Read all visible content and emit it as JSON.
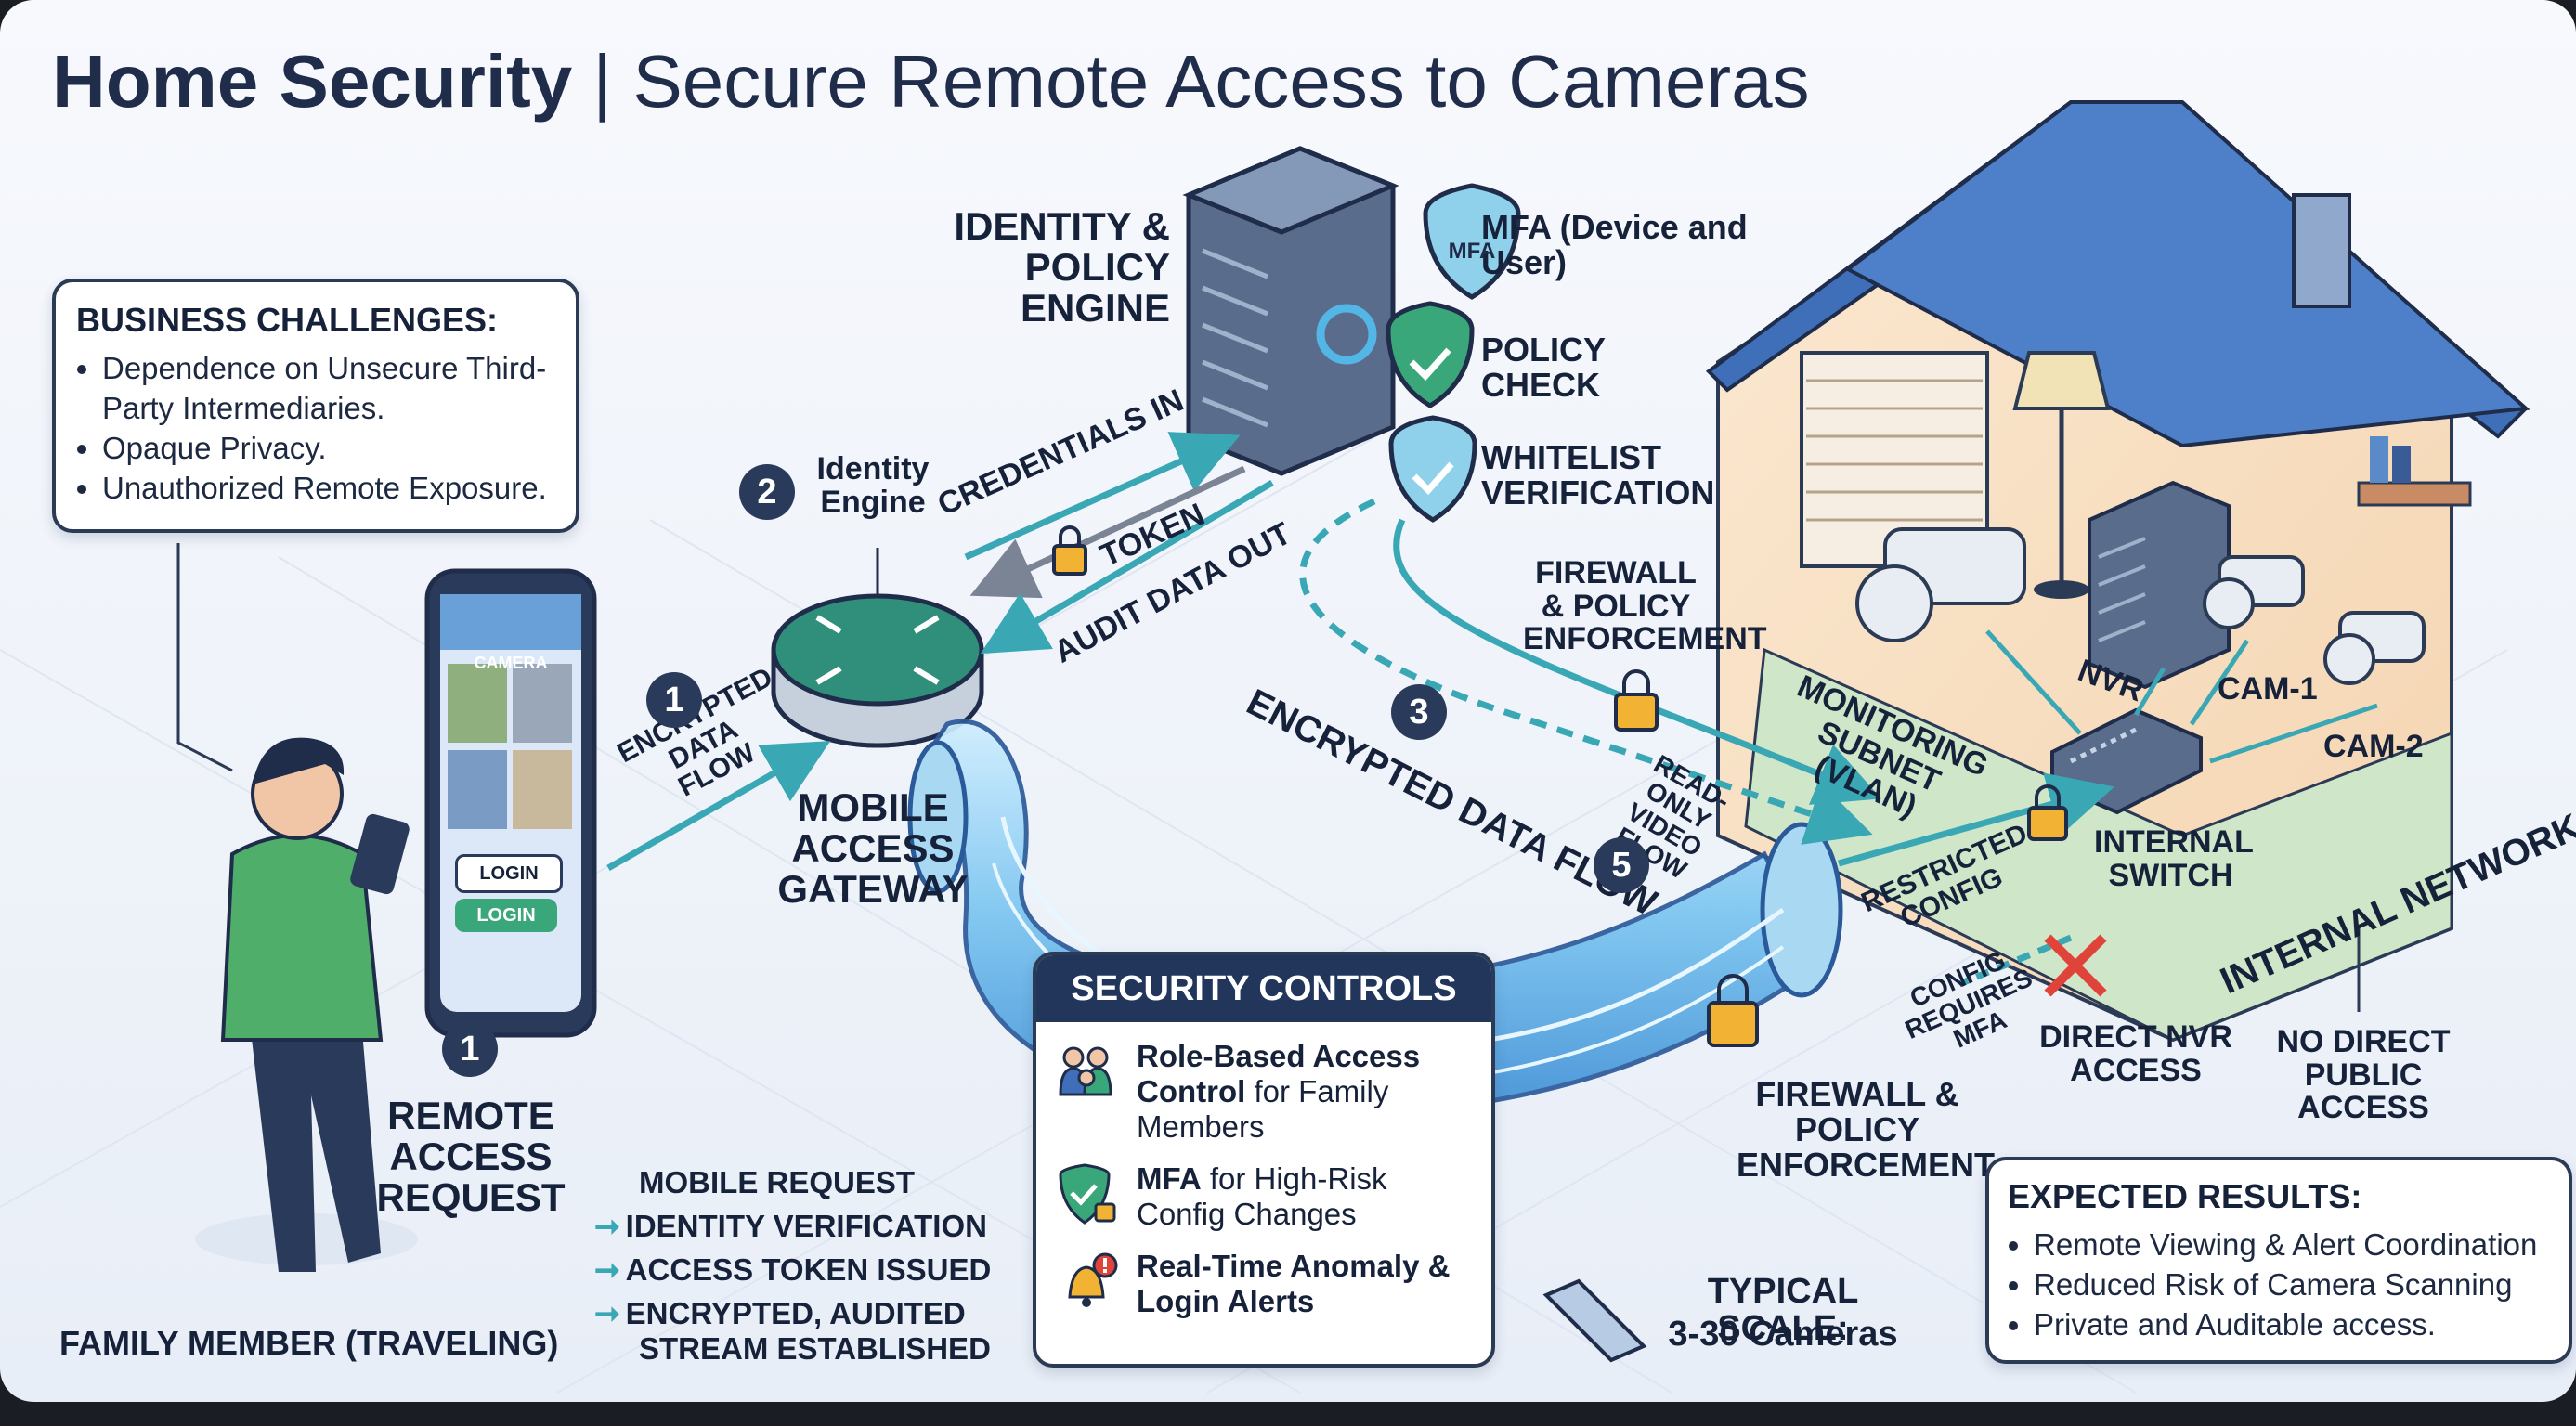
{
  "title": {
    "bold": "Home Security",
    "separator": " | ",
    "rest": "Secure Remote Access to Cameras"
  },
  "business_challenges": {
    "heading": "BUSINESS CHALLENGES:",
    "items": [
      "Dependence on Unsecure Third-Party Intermediaries.",
      "Opaque Privacy.",
      "Unauthorized Remote Exposure."
    ]
  },
  "identity": {
    "policy_engine_label": "IDENTITY & POLICY ENGINE",
    "mfa": "MFA (Device and User)",
    "mfa_badge": "MFA",
    "policy_check": "POLICY CHECK",
    "whitelist": "WHITELIST VERIFICATION",
    "identity_engine": "Identity Engine"
  },
  "flows": {
    "credentials_in": "CREDENTIALS IN",
    "token": "TOKEN",
    "audit_out": "AUDIT DATA OUT",
    "encrypted_flow_left": "ENCRYPTED DATA FLOW",
    "encrypted_flow_main": "ENCRYPTED DATA FLOW",
    "read_only": "READ-ONLY VIDEO FLOW",
    "restricted_config": "RESTRICTED CONFIG",
    "config_mfa": "CONFIG REQUIRES MFA"
  },
  "gateway": "MOBILE ACCESS GATEWAY",
  "phone": {
    "screen_title": "CAMERA",
    "login1": "LOGIN",
    "login2": "LOGIN"
  },
  "person": {
    "request_label": "REMOTE ACCESS REQUEST",
    "caption": "FAMILY MEMBER (TRAVELING)"
  },
  "steps": {
    "first": "MOBILE REQUEST",
    "rest": [
      "IDENTITY VERIFICATION",
      "ACCESS TOKEN ISSUED",
      "ENCRYPTED, AUDITED STREAM ESTABLISHED"
    ]
  },
  "numbers": [
    "1",
    "2",
    "1",
    "3",
    "5"
  ],
  "firewall_top": "FIREWALL & POLICY ENFORCEMENT",
  "firewall_bottom": "FIREWALL & POLICY ENFORCEMENT",
  "house": {
    "monitoring_subnet": "MONITORING SUBNET (VLAN)",
    "nvr": "NVR",
    "cam1": "CAM-1",
    "cam2": "CAM-2",
    "internal_switch": "INTERNAL SWITCH",
    "internal_network": "INTERNAL NETWORK",
    "direct_nvr": "DIRECT NVR ACCESS",
    "no_public": "NO DIRECT PUBLIC ACCESS"
  },
  "security_controls": {
    "heading": "SECURITY CONTROLS",
    "rbac_bold": "Role-Based Access Control",
    "rbac_rest": " for Family Members",
    "mfa_bold": "MFA",
    "mfa_rest": " for High-Risk Config Changes",
    "alerts_bold": "Real-Time Anomaly & Login Alerts"
  },
  "scale": {
    "label": "TYPICAL SCALE:",
    "value": "3-30 Cameras"
  },
  "expected_results": {
    "heading": "EXPECTED RESULTS:",
    "items": [
      "Remote Viewing & Alert Coordination",
      "Reduced Risk of Camera Scanning",
      "Private and Auditable access."
    ]
  },
  "colors": {
    "navy": "#1f2c4a",
    "teal": "#3aa7b5",
    "pipe": "#7fc8f0",
    "roof": "#3f6fb8",
    "green": "#3aa77a",
    "lock": "#f2b233",
    "red": "#e0433a"
  }
}
